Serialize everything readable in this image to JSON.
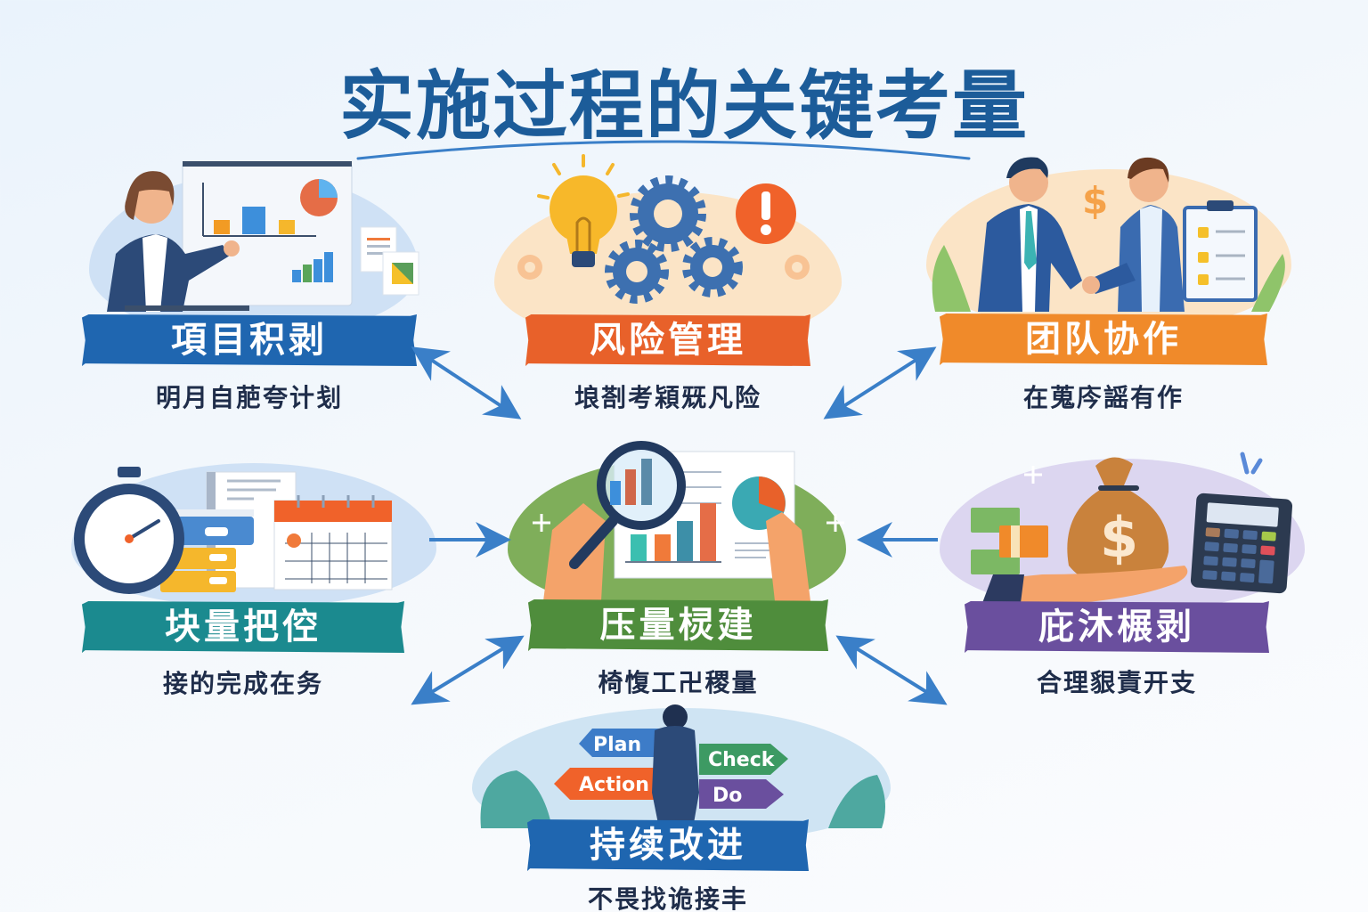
{
  "title": "实施过程的关键考量",
  "colors": {
    "title": "#1c5c99",
    "arrow": "#3a7fc8",
    "ribbon_blue": "#1f66b0",
    "ribbon_orange_red": "#e8612a",
    "ribbon_orange": "#f08a2a",
    "ribbon_teal": "#1b8a8f",
    "ribbon_green": "#4f8d3c",
    "ribbon_purple": "#6a4f9e"
  },
  "cards": [
    {
      "id": "project-planning",
      "heading": "項目积剥",
      "description": "明月自萉夸计刬",
      "icon": "presentation-chart-icon"
    },
    {
      "id": "risk-management",
      "heading": "风险管理",
      "description": "埌剳考㯋兓凡险",
      "icon": "lightbulb-gears-alert-icon"
    },
    {
      "id": "team-collaboration",
      "heading": "团队协作",
      "description": "在蒐庈謡有作",
      "icon": "handshake-clipboard-icon"
    },
    {
      "id": "schedule-control",
      "heading": "块量把倥",
      "description": "接的完成在务",
      "icon": "stopwatch-calendar-icon"
    },
    {
      "id": "quality-control",
      "heading": "压量棂建",
      "description": "椅愎工卍稷量",
      "icon": "magnifier-report-icon"
    },
    {
      "id": "cost-control",
      "heading": "庇沐榐剥",
      "description": "合理貇責开支",
      "icon": "moneybag-calculator-icon"
    },
    {
      "id": "continuous-improvement",
      "heading": "持续改进",
      "description": "不畏找诡接丰",
      "icon": "pdca-signpost-icon"
    }
  ],
  "pdca": {
    "plan": "Plan",
    "check": "Check",
    "action": "Action",
    "do": "Do"
  }
}
